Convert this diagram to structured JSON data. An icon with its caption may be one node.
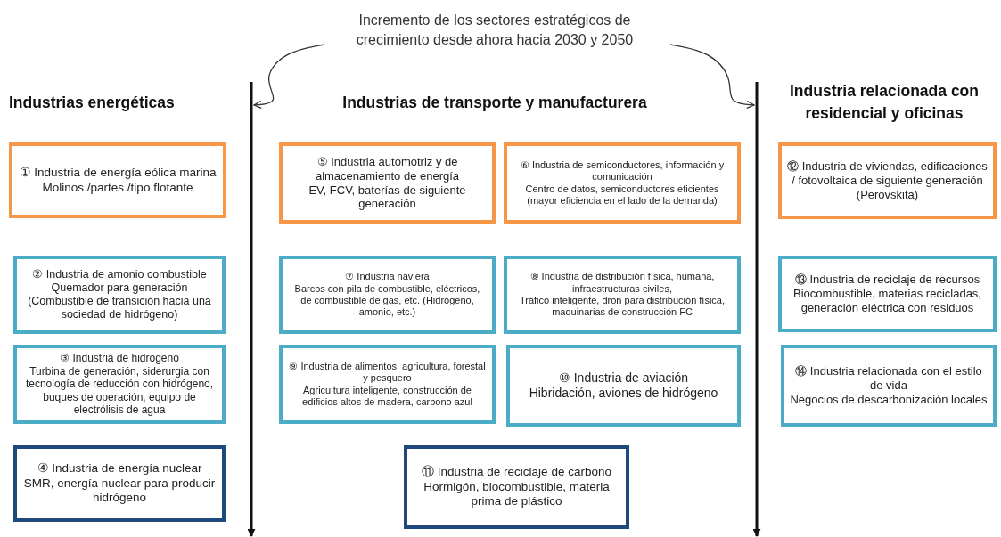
{
  "diagram": {
    "nodes": [
      {
        "text": [
          "Incremento de los sectores estratégicos de crecimiento desde ahora hacia 2030 y 2050"
        ]
      },
      {
        "text": [],
        "shape": "bar"
      },
      {
        "text": [],
        "shape": "bar"
      },
      {
        "text": [
          "① Industria de energía eólica marina",
          "Molinos /partes /tipo flotante"
        ]
      },
      {
        "text": [
          "② Industria de amonio combustible",
          "Quemador para generación (Combustible de transición hacia una sociedad de hidrógeno)"
        ]
      },
      {
        "text": [
          "③ Industria de hidrógeno",
          "Turbina de generación, siderurgia con tecnología de reducción con hidrógeno, buques de operación, equipo de electrólisis de agua"
        ]
      },
      {
        "text": [
          "④ Industria de energía nuclear",
          "SMR, energía nuclear para producir hidrógeno"
        ]
      },
      {
        "text": [
          "⑤ Industria automotriz y de almacenamiento de energía",
          "EV, FCV, baterías de siguiente generación"
        ]
      },
      {
        "text": [
          "⑥ Industria de semiconductores, información y comunicación",
          "Centro de datos, semiconductores eficientes (mayor eficiencia en el lado de la demanda)"
        ]
      },
      {
        "text": [
          "⑦ Industria naviera",
          "Barcos con pila de combustible, eléctricos, de combustible de gas, etc. (Hidrógeno, amonio, etc.)"
        ]
      },
      {
        "text": [
          "⑧ Industria de distribución física, humana, infraestructuras civiles,",
          "Tráfico inteligente, dron para distribución física, maquinarias de construcción FC"
        ]
      },
      {
        "text": [
          "⑨ Industria de alimentos, agricultura, forestal y pesquero",
          "Agricultura inteligente, construcción de edificios altos de madera, carbono azul"
        ]
      },
      {
        "text": [
          "⑩ Industria de aviación",
          "Hibridación, aviones de hidrógeno"
        ]
      },
      {
        "text": [
          "⑪ Industria de reciclaje de carbono",
          "Hormigón, biocombustible, materia prima de plástico"
        ]
      },
      {
        "text": [
          "⑫ Industria de viviendas, edificaciones / fotovoltaica de siguiente generación (Perovskita)"
        ]
      },
      {
        "text": [
          "⑬ Industria de reciclaje de recursos",
          "Biocombustible, materias recicladas, generación eléctrica con residuos"
        ]
      },
      {
        "text": [
          "⑭ Industria relacionada con el estilo de vida",
          "Negocios de descarbonización locales"
        ]
      }
    ],
    "edges": [
      {
        "from": 0,
        "to": 1,
        "arrow": "to"
      },
      {
        "from": 0,
        "to": 2,
        "arrow": "to"
      }
    ],
    "labels": [
      "Industrias energéticas",
      "Industrias de transporte y manufacturera",
      "Industria relacionada con residencial y oficinas"
    ]
  }
}
